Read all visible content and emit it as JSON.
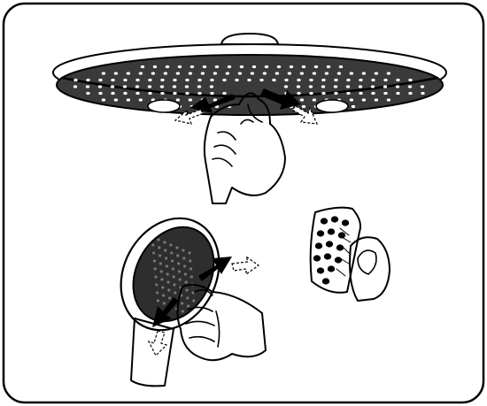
{
  "figure": {
    "frame_color": "#000000",
    "background_color": "#ffffff",
    "nozzle_color": "#2a2a2a",
    "scenes": [
      {
        "name": "overhead-shower-cleaning",
        "icon": "rain-shower-head-icon"
      },
      {
        "name": "hand-shower-cleaning",
        "icon": "hand-shower-icon"
      },
      {
        "name": "nozzle-rubbing-detail",
        "icon": "finger-rub-icon"
      }
    ]
  }
}
